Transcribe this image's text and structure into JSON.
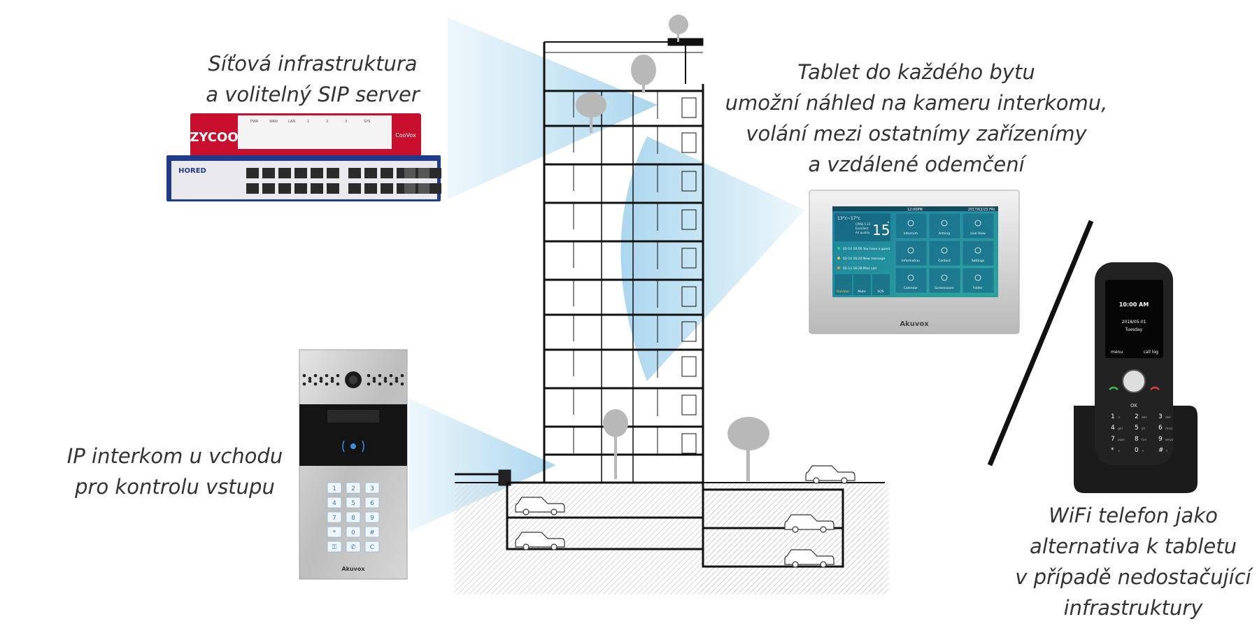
{
  "colors": {
    "beam": "#8ec9e8",
    "building": "#111111",
    "ground": "#cfcfcf",
    "router_red": "#c8102e",
    "switch_blue": "#1f3c8a",
    "screen_teal": "#1f8a9c",
    "panel_silver": "#c9c9c9"
  },
  "captions": {
    "network": {
      "lines": [
        "Síťová infrastruktura",
        "a volitelný SIP server"
      ]
    },
    "tablet": {
      "lines": [
        "Tablet do každého bytu",
        "umožní náhled na kameru interkomu,",
        "volání mezi ostatnímy zařízenímy",
        "a vzdálené odemčení"
      ]
    },
    "intercom": {
      "lines": [
        "IP interkom u vchodu",
        "pro kontrolu vstupu"
      ]
    },
    "phone": {
      "lines": [
        "WiFi telefon jako",
        "alternativa k tabletu",
        "v případě nedostačující",
        "infrastruktury"
      ]
    }
  },
  "devices": {
    "router": {
      "brand": "ZYCOO",
      "model": "CooVox",
      "port_labels": [
        "PWR",
        "WAN",
        "LAN",
        "1",
        "2",
        "3",
        "SYS"
      ]
    },
    "switch": {
      "brand": "HORED"
    },
    "tablet": {
      "brand": "Akuvox",
      "status_time": "12:00PM",
      "status_date": "2017/02/23 FRI",
      "weather_range": "13°c~17°c",
      "weather_temp": "15",
      "weather_unit": "°",
      "weather_lines": [
        "CPM2.5 23",
        "Excellent",
        "Air quality"
      ],
      "notifications": [
        "02-14 10:00 You have a guest",
        "02-14 16:20 New message",
        "02-14 16:28 Miss call"
      ],
      "bottom_left": [
        "Outdoor",
        "Mute",
        "SOS"
      ],
      "tiles": [
        "Intercom",
        "Arming",
        "Live View",
        "Information",
        "Contact",
        "Settings",
        "Calendar",
        "Screensaver",
        "Folder"
      ]
    },
    "intercom": {
      "brand": "Akuvox",
      "keys": [
        "1",
        "2",
        "3",
        "4",
        "5",
        "6",
        "7",
        "8",
        "9",
        "*",
        "0",
        "#",
        "⚿",
        "✆",
        "C"
      ]
    },
    "phone": {
      "time": "10:00 AM",
      "date": "2018/05-01",
      "day": "Tuesday",
      "soft_left": "menu",
      "soft_right": "call log",
      "ok": "OK",
      "keys": [
        [
          "1",
          "∞"
        ],
        [
          "2",
          "abc"
        ],
        [
          "3",
          "def"
        ],
        [
          "4",
          "ghi"
        ],
        [
          "5",
          "jkl"
        ],
        [
          "6",
          "mno"
        ],
        [
          "7",
          "pqrs"
        ],
        [
          "8",
          "tuv"
        ],
        [
          "9",
          "wxyz"
        ],
        [
          "*",
          "+"
        ],
        [
          "0",
          "+"
        ],
        [
          "#",
          "⇧"
        ]
      ]
    }
  }
}
